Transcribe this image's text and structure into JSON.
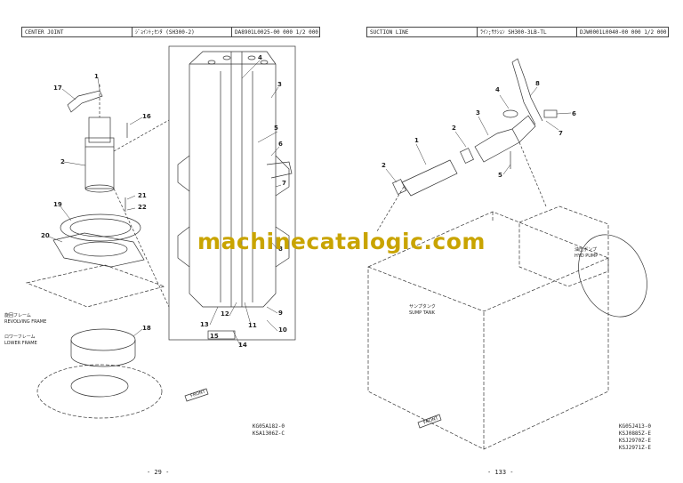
{
  "left": {
    "header": {
      "c1": "CENTER JOINT",
      "c2": "ｼﾞｮｲﾝﾄ;ｾﾝﾀ (SH300-2)",
      "c3": "DA8901L0025-00   000    1/2   000"
    },
    "callouts": [
      "1",
      "2",
      "3",
      "4",
      "5",
      "6",
      "7",
      "8",
      "9",
      "10",
      "11",
      "12",
      "13",
      "14",
      "15",
      "16",
      "17",
      "18",
      "19",
      "20",
      "21",
      "22"
    ],
    "frame_labels": {
      "revolving_jp": "旋回フレーム",
      "revolving_en": "REVOLVING FRAME",
      "lower_jp": "ロワーフレーム",
      "lower_en": "LOWER FRAME"
    },
    "front_tag": "FRONT",
    "codes": [
      "KG05A182-0",
      "KSA1306Z-C"
    ],
    "page_number": "- 29 -"
  },
  "right": {
    "header": {
      "c1": "SUCTION LINE",
      "c2": "ﾗｲﾝ;ｻｸｼｮﾝ SH300-3LB-TL",
      "c3": "DJW0001L0040-00   000    1/2   000"
    },
    "callouts": [
      "1",
      "2",
      "2",
      "3",
      "4",
      "5",
      "6",
      "7",
      "8"
    ],
    "pump_jp": "油圧ポンプ",
    "pump_en": "HYD PUMP",
    "tank_jp": "サンプタンク",
    "tank_en": "SUMP TANK",
    "front_tag": "FRONT",
    "codes": [
      "KG05J413-0",
      "KSJ0885Z-E",
      "KSJ2970Z-E",
      "KSJ2971Z-E"
    ],
    "page_number": "- 133 -"
  },
  "watermark": "machinecatalogic.com"
}
